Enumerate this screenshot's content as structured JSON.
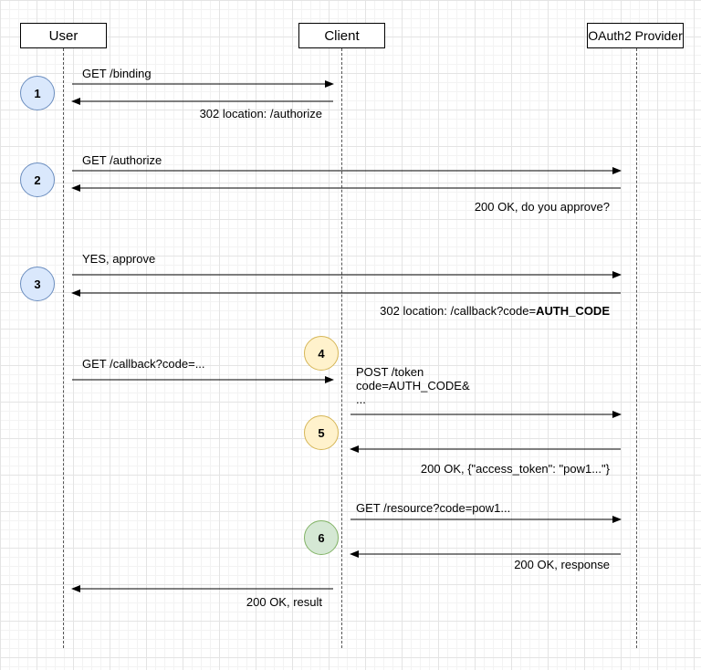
{
  "actors": {
    "user": "User",
    "client": "Client",
    "provider": "OAuth2 Provider"
  },
  "steps": {
    "s1": "1",
    "s2": "2",
    "s3": "3",
    "s4": "4",
    "s5": "5",
    "s6": "6"
  },
  "colors": {
    "blue_fill": "#dae8fc",
    "blue_stroke": "#6c8ebf",
    "yellow_fill": "#fff2cc",
    "yellow_stroke": "#d6b656",
    "green_fill": "#d5e8d4",
    "green_stroke": "#82b366"
  },
  "messages": {
    "m1_req": "GET /binding",
    "m1_resp": "302 location: /authorize",
    "m2_req": "GET /authorize",
    "m2_resp": "200 OK, do you approve?",
    "m3_req": "YES, approve",
    "m3_resp_prefix": "302 location: /callback?code=",
    "m3_resp_bold": "AUTH_CODE",
    "m4_req": "GET /callback?code=...",
    "m5_req_line1": "POST /token",
    "m5_req_line2": "code=AUTH_CODE&",
    "m5_req_line3": "...",
    "m5_resp": "200 OK, {\"access_token\": \"pow1...\"}",
    "m6_req": "GET /resource?code=pow1...",
    "m6_resp": "200 OK, response",
    "m7_resp": "200 OK, result"
  }
}
